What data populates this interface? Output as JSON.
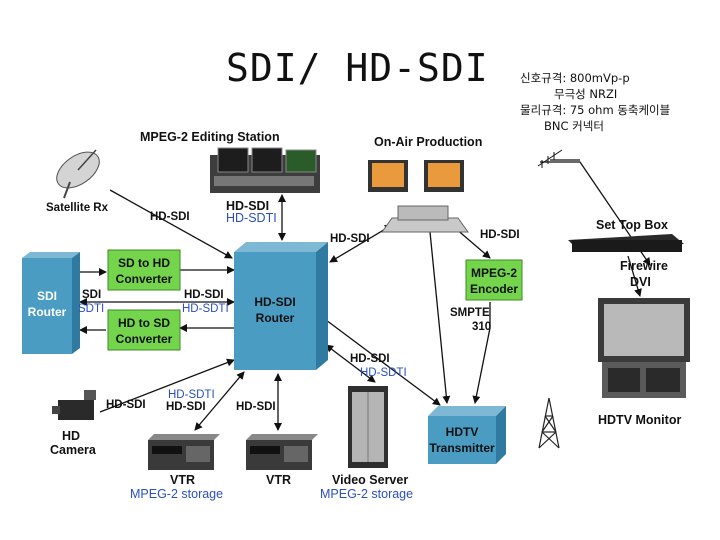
{
  "title": "SDI/ HD-SDI",
  "specs": {
    "line1": "신호규격: 800mVp-p",
    "line2": "무극성 NRZI",
    "line3": "물리규격: 75 ohm 동축케이블",
    "line4": "BNC 커넥터"
  },
  "nodes": {
    "mpeg2_editing_station": "MPEG-2 Editing Station",
    "on_air_production": "On-Air Production",
    "satellite_rx": "Satellite Rx",
    "set_top_box": "Set Top Box",
    "sdi_router_l1": "SDI",
    "sdi_router_l2": "Router",
    "sd_to_hd_l1": "SD to HD",
    "sd_to_hd_l2": "Converter",
    "hd_to_sd_l1": "HD to SD",
    "hd_to_sd_l2": "Converter",
    "hdsdi_router_l1": "HD-SDI",
    "hdsdi_router_l2": "Router",
    "mpeg2_encoder_l1": "MPEG-2",
    "mpeg2_encoder_l2": "Encoder",
    "hdtv_tx_l1": "HDTV",
    "hdtv_tx_l2": "Transmitter",
    "hd_camera_l1": "HD",
    "hd_camera_l2": "Camera",
    "vtr1": "VTR",
    "vtr1_sub": "MPEG-2 storage",
    "vtr2": "VTR",
    "video_server": "Video Server",
    "video_server_sub": "MPEG-2 storage",
    "hdtv_monitor": "HDTV Monitor"
  },
  "links": {
    "edit_hdsdi": "HD-SDI",
    "edit_hdsdti": "HD-SDTI",
    "sat_hdsdi": "HD-SDI",
    "onair_hdsdi_left": "HD-SDI",
    "onair_hdsdi_right": "HD-SDI",
    "firewire": "Firewire",
    "dvi": "DVI",
    "sdi": "SDI",
    "sdti": "SDTI",
    "router_hdsdi": "HD-SDI",
    "router_hdsdti": "HD-SDTI",
    "smpte_l1": "SMPTE",
    "smpte_l2": "310",
    "server_hdsdi": "HD-SDI",
    "server_hdsdti": "HD-SDTI",
    "camera_hdsdi": "HD-SDI",
    "vtr_hdsdti": "HD-SDTI",
    "vtr_hdsdi": "HD-SDI",
    "vtr2_hdsdi": "HD-SDI"
  },
  "colors": {
    "router_blue": "#4a9cc2",
    "router_blue_side": "#2f7aa0",
    "converter_green": "#74d44c",
    "link_blue": "#2b4fc2"
  }
}
